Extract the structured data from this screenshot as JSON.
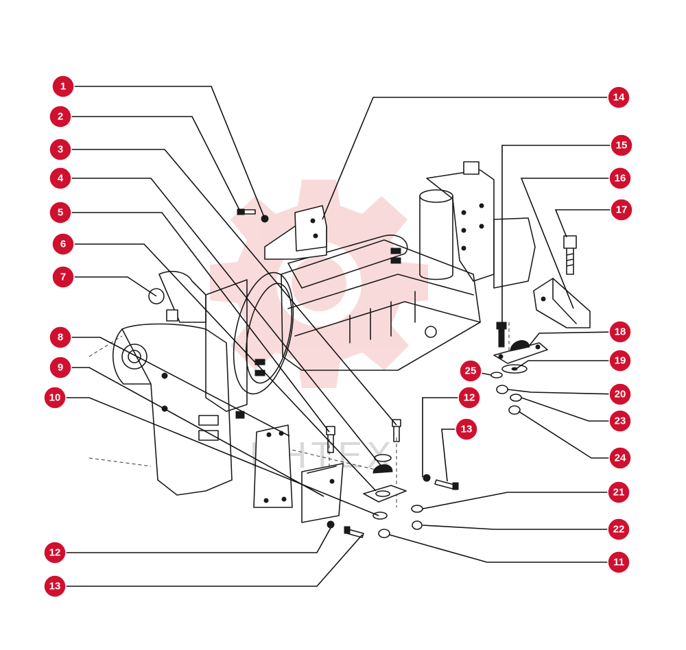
{
  "watermark": {
    "text": "ИНТЕХ",
    "color": "#e23a3a"
  },
  "callout_color": "#d0102f",
  "callouts": [
    {
      "id": "c1",
      "label": "1"
    },
    {
      "id": "c2",
      "label": "2"
    },
    {
      "id": "c3",
      "label": "3"
    },
    {
      "id": "c4",
      "label": "4"
    },
    {
      "id": "c5",
      "label": "5"
    },
    {
      "id": "c6",
      "label": "6"
    },
    {
      "id": "c7",
      "label": "7"
    },
    {
      "id": "c8",
      "label": "8"
    },
    {
      "id": "c9",
      "label": "9"
    },
    {
      "id": "c10",
      "label": "10"
    },
    {
      "id": "c12a",
      "label": "12"
    },
    {
      "id": "c13a",
      "label": "13"
    },
    {
      "id": "c14",
      "label": "14"
    },
    {
      "id": "c15",
      "label": "15"
    },
    {
      "id": "c16",
      "label": "16"
    },
    {
      "id": "c17",
      "label": "17"
    },
    {
      "id": "c18",
      "label": "18"
    },
    {
      "id": "c19",
      "label": "19"
    },
    {
      "id": "c20",
      "label": "20"
    },
    {
      "id": "c25",
      "label": "25"
    },
    {
      "id": "c23",
      "label": "23"
    },
    {
      "id": "c24",
      "label": "24"
    },
    {
      "id": "c12b",
      "label": "12"
    },
    {
      "id": "c13b",
      "label": "13"
    },
    {
      "id": "c21",
      "label": "21"
    },
    {
      "id": "c22",
      "label": "22"
    },
    {
      "id": "c11",
      "label": "11"
    }
  ]
}
